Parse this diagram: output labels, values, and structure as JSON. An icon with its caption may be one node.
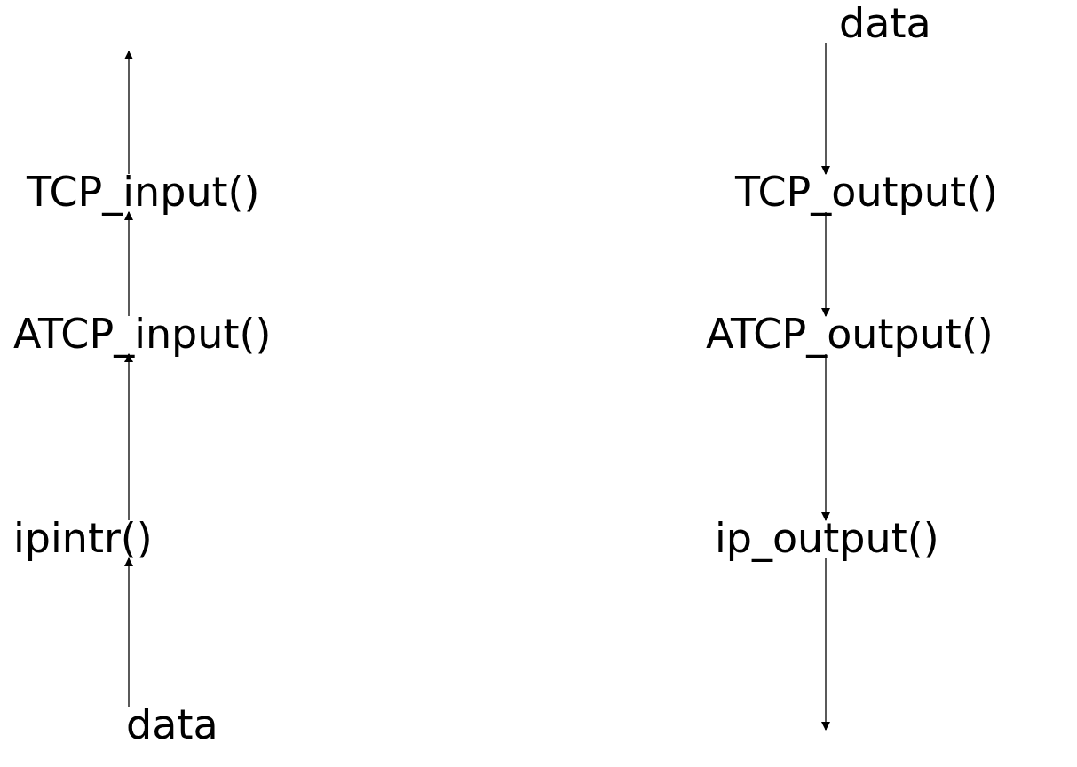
{
  "diagram": {
    "nodes": [
      {
        "text": [
          "TCP_input()"
        ]
      },
      {
        "text": [
          "ATCP_input()"
        ]
      },
      {
        "text": [
          "ipintr()"
        ]
      },
      {
        "text": [
          "data"
        ]
      },
      {
        "text": [
          "data"
        ]
      },
      {
        "text": [
          "TCP_output()"
        ]
      },
      {
        "text": [
          "ATCP_output()"
        ]
      },
      {
        "text": [
          "ip_output()"
        ]
      }
    ],
    "edges": [
      {
        "from": 0,
        "to": null,
        "arrow": "to"
      },
      {
        "from": 1,
        "to": 0,
        "arrow": "to"
      },
      {
        "from": 2,
        "to": 1,
        "arrow": "to"
      },
      {
        "from": 3,
        "to": 2,
        "arrow": "to"
      },
      {
        "from": 4,
        "to": 5,
        "arrow": "to"
      },
      {
        "from": 5,
        "to": 6,
        "arrow": "to"
      },
      {
        "from": 6,
        "to": 7,
        "arrow": "to"
      },
      {
        "from": 7,
        "to": null,
        "arrow": "to"
      }
    ]
  }
}
